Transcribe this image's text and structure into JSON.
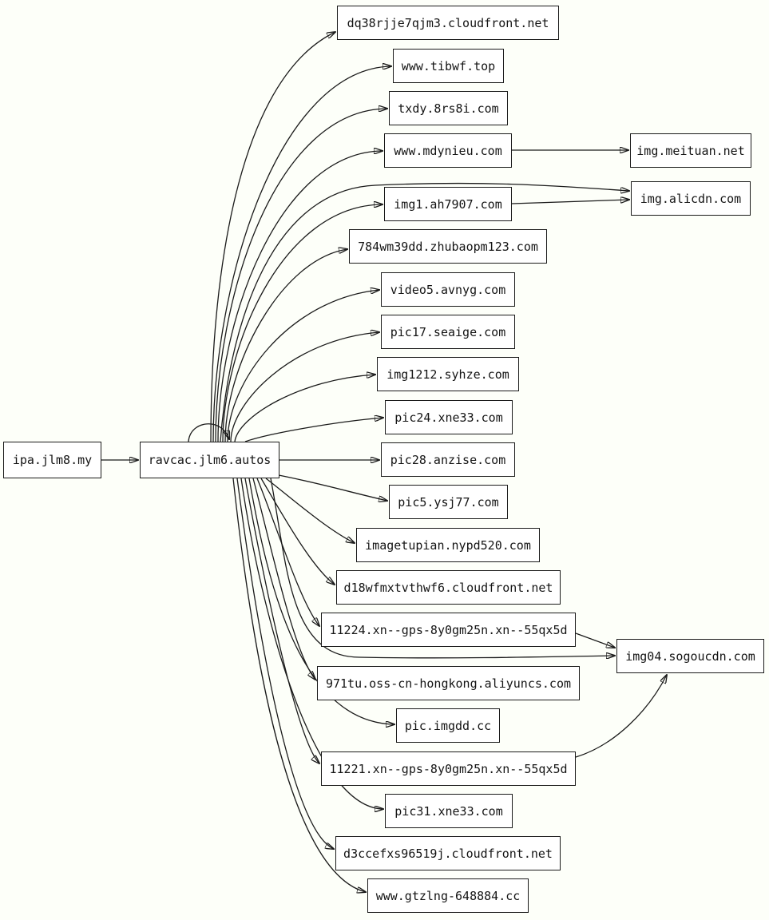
{
  "diagram": {
    "kind": "directed-graph",
    "background": "#fdfff9",
    "node_fill": "#ffffff",
    "stroke_color": "#1a1a1a",
    "labels": {
      "ipa": "ipa.jlm8.my",
      "ravcac": "ravcac.jlm6.autos",
      "dq38": "dq38rjje7qjm3.cloudfront.net",
      "tibwf": "www.tibwf.top",
      "txdy": "txdy.8rs8i.com",
      "mdynieu": "www.mdynieu.com",
      "meituan": "img.meituan.net",
      "img1ah": "img1.ah7907.com",
      "alicdn": "img.alicdn.com",
      "zhubaopm": "784wm39dd.zhubaopm123.com",
      "video5": "video5.avnyg.com",
      "pic17": "pic17.seaige.com",
      "img1212": "img1212.syhze.com",
      "pic24": "pic24.xne33.com",
      "pic28": "pic28.anzise.com",
      "pic5": "pic5.ysj77.com",
      "imagetupian": "imagetupian.nypd520.com",
      "d18": "d18wfmxtvthwf6.cloudfront.net",
      "n11224": "11224.xn--gps-8y0gm25n.xn--55qx5d",
      "aliyuncs": "971tu.oss-cn-hongkong.aliyuncs.com",
      "imgdd": "pic.imgdd.cc",
      "n11221": "11221.xn--gps-8y0gm25n.xn--55qx5d",
      "pic31": "pic31.xne33.com",
      "d3c": "d3ccefxs96519j.cloudfront.net",
      "gtzlng": "www.gtzlng-648884.cc",
      "sogou": "img04.sogoucdn.com"
    },
    "edges": [
      [
        "ipa.jlm8.my",
        "ravcac.jlm6.autos"
      ],
      [
        "ravcac.jlm6.autos",
        "ravcac.jlm6.autos"
      ],
      [
        "ravcac.jlm6.autos",
        "dq38rjje7qjm3.cloudfront.net"
      ],
      [
        "ravcac.jlm6.autos",
        "www.tibwf.top"
      ],
      [
        "ravcac.jlm6.autos",
        "txdy.8rs8i.com"
      ],
      [
        "ravcac.jlm6.autos",
        "www.mdynieu.com"
      ],
      [
        "ravcac.jlm6.autos",
        "img.alicdn.com"
      ],
      [
        "ravcac.jlm6.autos",
        "img1.ah7907.com"
      ],
      [
        "ravcac.jlm6.autos",
        "784wm39dd.zhubaopm123.com"
      ],
      [
        "ravcac.jlm6.autos",
        "video5.avnyg.com"
      ],
      [
        "ravcac.jlm6.autos",
        "pic17.seaige.com"
      ],
      [
        "ravcac.jlm6.autos",
        "img1212.syhze.com"
      ],
      [
        "ravcac.jlm6.autos",
        "pic24.xne33.com"
      ],
      [
        "ravcac.jlm6.autos",
        "pic28.anzise.com"
      ],
      [
        "ravcac.jlm6.autos",
        "pic5.ysj77.com"
      ],
      [
        "ravcac.jlm6.autos",
        "imagetupian.nypd520.com"
      ],
      [
        "ravcac.jlm6.autos",
        "d18wfmxtvthwf6.cloudfront.net"
      ],
      [
        "ravcac.jlm6.autos",
        "11224.xn--gps-8y0gm25n.xn--55qx5d"
      ],
      [
        "ravcac.jlm6.autos",
        "971tu.oss-cn-hongkong.aliyuncs.com"
      ],
      [
        "ravcac.jlm6.autos",
        "pic.imgdd.cc"
      ],
      [
        "ravcac.jlm6.autos",
        "11221.xn--gps-8y0gm25n.xn--55qx5d"
      ],
      [
        "ravcac.jlm6.autos",
        "pic31.xne33.com"
      ],
      [
        "ravcac.jlm6.autos",
        "d3ccefxs96519j.cloudfront.net"
      ],
      [
        "ravcac.jlm6.autos",
        "www.gtzlng-648884.cc"
      ],
      [
        "ravcac.jlm6.autos",
        "img04.sogoucdn.com"
      ],
      [
        "www.mdynieu.com",
        "img.meituan.net"
      ],
      [
        "img1.ah7907.com",
        "img.alicdn.com"
      ],
      [
        "11224.xn--gps-8y0gm25n.xn--55qx5d",
        "img04.sogoucdn.com"
      ],
      [
        "11221.xn--gps-8y0gm25n.xn--55qx5d",
        "img04.sogoucdn.com"
      ]
    ]
  }
}
